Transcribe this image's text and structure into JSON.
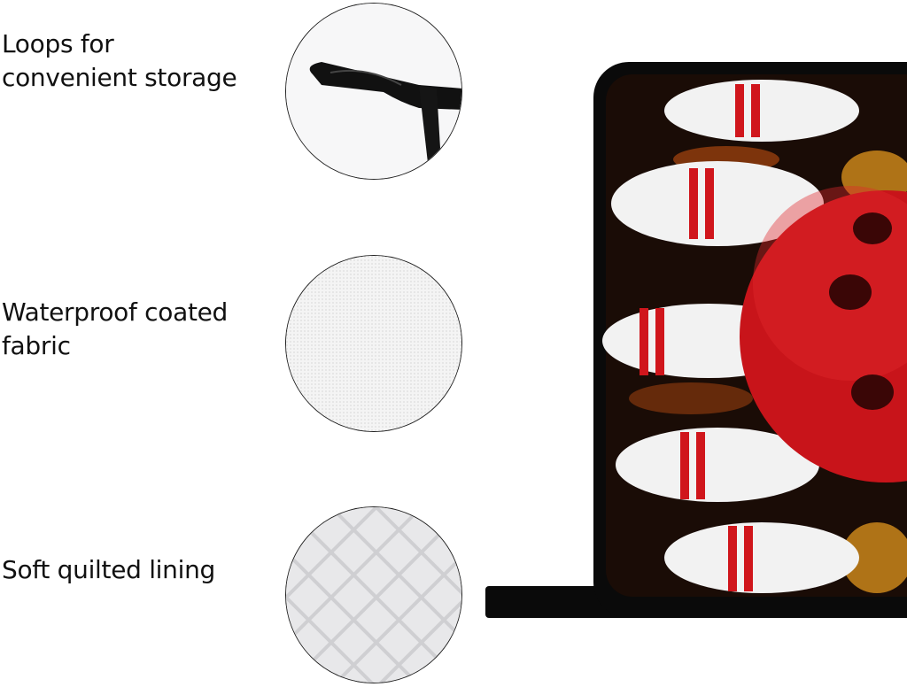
{
  "features": [
    {
      "label_line1": "Loops for",
      "label_line2": "convenient storage",
      "icon": "hanging-loop"
    },
    {
      "label_line1": "Waterproof coated",
      "label_line2": "fabric",
      "icon": "fabric-texture"
    },
    {
      "label_line1": "Soft quilted lining",
      "label_line2": "",
      "icon": "quilted-lining"
    }
  ],
  "product": {
    "theme": "bowling-ball-and-pins-on-fire",
    "trim_color": "#0a0a0a",
    "ball_color": "#c8141a",
    "pin_stripe_color": "#d0161c"
  }
}
